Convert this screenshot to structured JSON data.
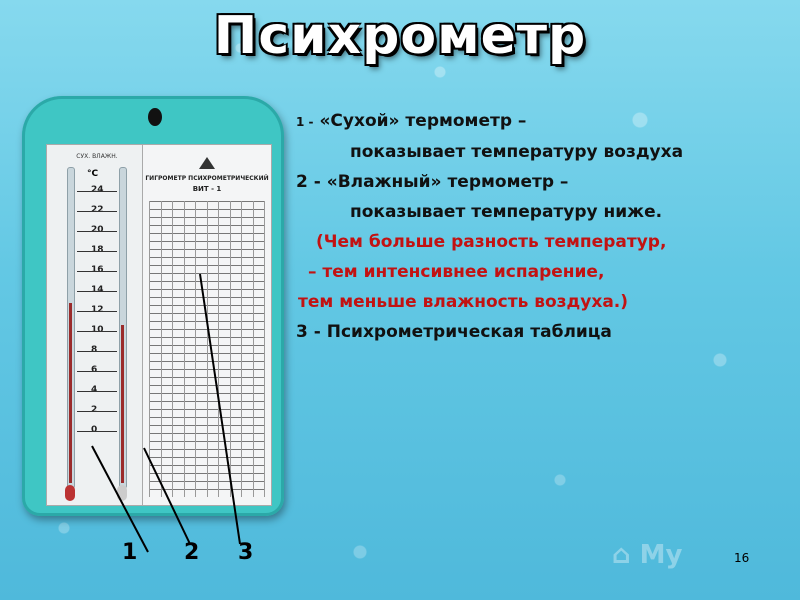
{
  "title": "Психрометр",
  "device": {
    "scale_header": "СУХ. ВЛАЖН.",
    "unit": "°C",
    "scale_values": [
      "24",
      "22",
      "20",
      "18",
      "16",
      "14",
      "12",
      "10",
      "8",
      "6",
      "4",
      "2",
      "0"
    ],
    "table_title": "ГИГРОМЕТР ПСИХРОМЕТРИЧЕСКИЙ",
    "table_model": "ВИТ - 1"
  },
  "items": [
    {
      "num": "1 -",
      "text": "«Сухой» термометр –",
      "detail": "показывает температуру воздуха"
    },
    {
      "num": "2 -",
      "text": "«Влажный» термометр –",
      "detail": "показывает температуру ниже."
    },
    {
      "num": "3 -",
      "text": "Психрометрическая таблица"
    }
  ],
  "note": [
    "(Чем больше разность температур,",
    "– тем интенсивнее испарение,",
    "тем меньше влажность воздуха.)"
  ],
  "labels": [
    "1",
    "2",
    "3"
  ],
  "page_number": "16"
}
